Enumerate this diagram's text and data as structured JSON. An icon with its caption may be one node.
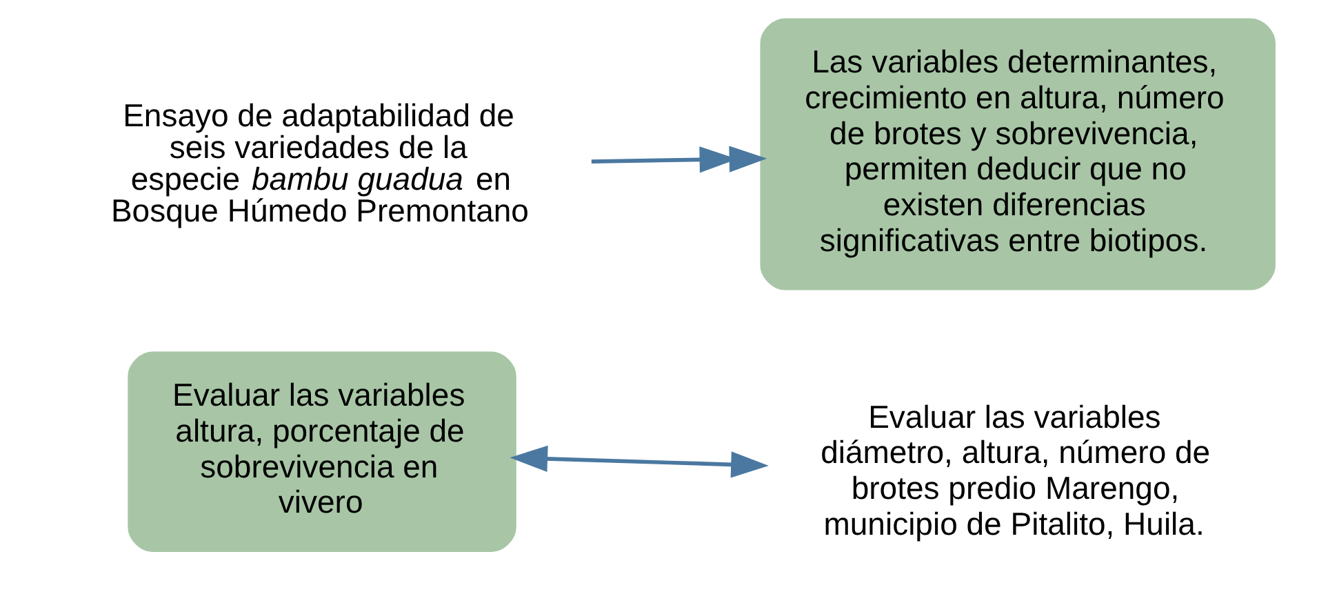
{
  "diagram": {
    "nodes": [
      {
        "text": [
          "Ensayo de adaptabilidad de seis variedades de la especie *bambu guadua* en Bosque Húmedo Premontano"
        ]
      },
      {
        "text": [
          "Las variables determinantes, crecimiento en altura, número de brotes y sobrevivencia, permiten deducir que no existen diferencias significativas entre biotipos."
        ]
      },
      {
        "text": [
          "Evaluar las variables altura, porcentaje de sobrevivencia en vivero"
        ]
      },
      {
        "text": [
          "Evaluar las variables diámetro, altura, número de brotes predio Marengo, municipio de Pitalito, Huila."
        ]
      }
    ],
    "edges": [
      {
        "from": 0,
        "to": 1,
        "arrow": "to"
      },
      {
        "from": 2,
        "to": 3,
        "arrow": "both"
      }
    ]
  }
}
